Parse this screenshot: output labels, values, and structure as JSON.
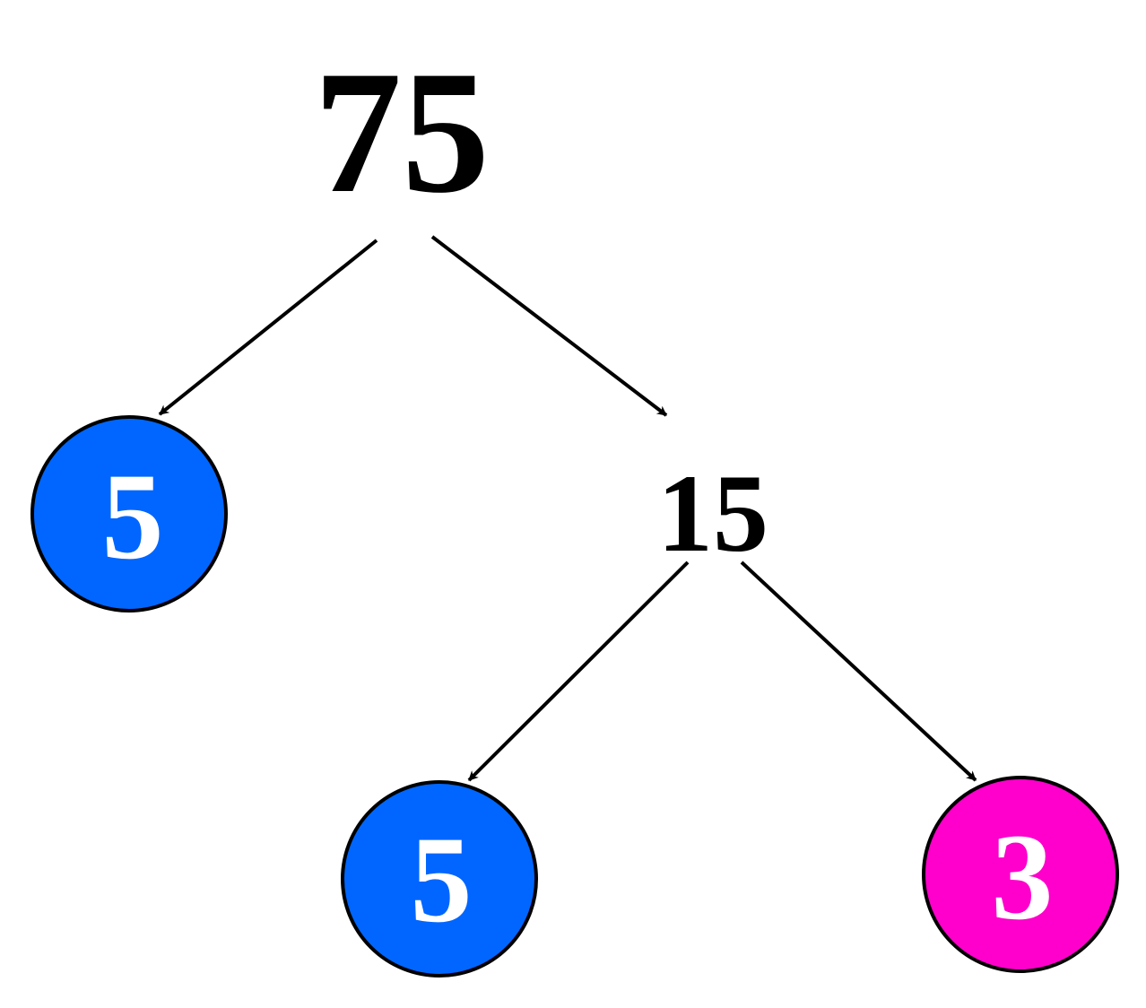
{
  "colors": {
    "prime_five": "#0066ff",
    "prime_three": "#ff00cc",
    "line": "#000000",
    "prime_text": "#ffffff"
  },
  "tree": {
    "root": {
      "label": "75"
    },
    "left_leaf": {
      "label": "5",
      "prime": true
    },
    "middle": {
      "label": "15"
    },
    "middle_left_leaf": {
      "label": "5",
      "prime": true
    },
    "middle_right_leaf": {
      "label": "3",
      "prime": true
    }
  }
}
